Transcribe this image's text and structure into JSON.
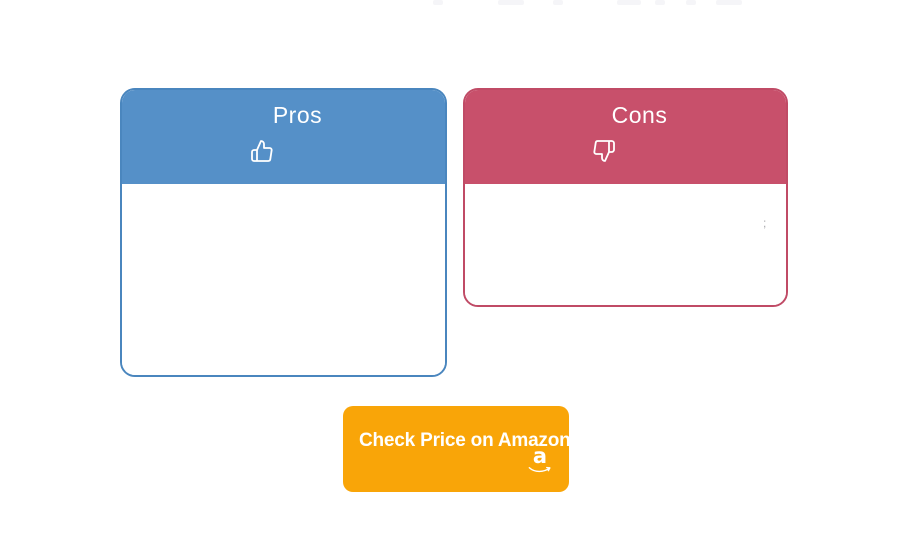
{
  "colors": {
    "pros_header": "#5590c8",
    "pros_border": "#4a86be",
    "cons_header": "#c8506b",
    "cons_border": "#c04b66",
    "amazon_orange": "#f9a508",
    "text_white": "#ffffff"
  },
  "pros_card": {
    "title": "Pros",
    "icon": "thumbs-up-icon"
  },
  "cons_card": {
    "title": "Cons",
    "icon": "thumbs-down-icon",
    "stray_char": ";"
  },
  "amazon_button": {
    "label": "Check Price on Amazon",
    "icon": "amazon-a-icon",
    "icon_letter": "a"
  }
}
